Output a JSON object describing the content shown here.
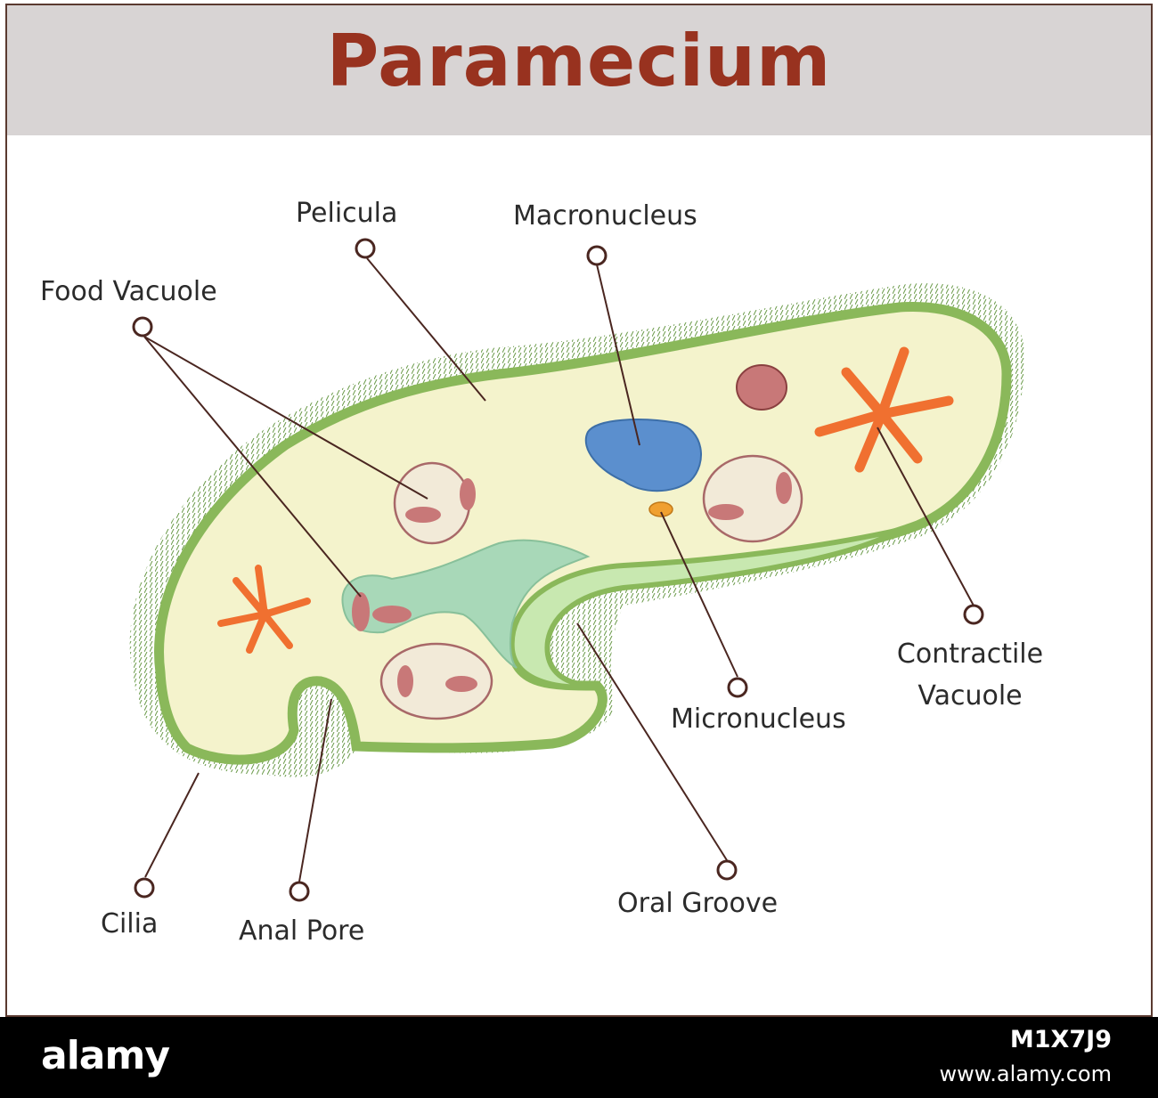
{
  "title": "Paramecium",
  "labels": {
    "pelicula": "Pelicula",
    "macronucleus": "Macronucleus",
    "food_vacuole": "Food Vacuole",
    "contractile_vacuole_line1": "Contractile",
    "contractile_vacuole_line2": "Vacuole",
    "micronucleus": "Micronucleus",
    "oral_groove": "Oral Groove",
    "cilia": "Cilia",
    "anal_pore": "Anal Pore"
  },
  "footer": {
    "brand": "alamy",
    "image_id": "M1X7J9",
    "site": "www.alamy.com"
  },
  "colors": {
    "title": "#98321f",
    "title_bar": "#d8d4d4",
    "frame": "#5a3a30",
    "cell_fill": "#f4f3cc",
    "membrane": "#8ab85a",
    "oral_groove": "#a8d8b8",
    "macronucleus": "#5b8fce",
    "micronucleus": "#f0a030",
    "contractile_vacuole": "#f07030",
    "food_vacuole": "#c87878",
    "leader_line": "#4a2620"
  }
}
